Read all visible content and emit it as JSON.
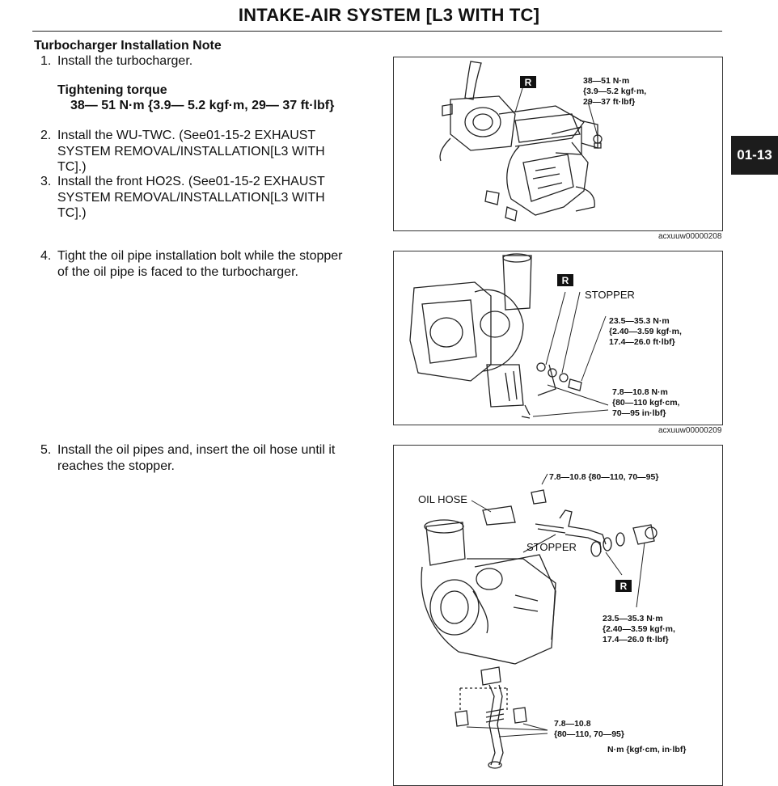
{
  "header": {
    "title": "INTAKE-AIR SYSTEM [L3 WITH TC]",
    "side_tab": "01-13"
  },
  "section": {
    "heading": "Turbocharger Installation Note"
  },
  "steps": [
    {
      "num": "1.",
      "text": "Install the turbocharger."
    },
    {
      "num": "2.",
      "text": "Install the WU-TWC. (See01-15-2 EXHAUST\nSYSTEM REMOVAL/INSTALLATION[L3 WITH\nTC].)"
    },
    {
      "num": "3.",
      "text": "Install the front HO2S. (See01-15-2 EXHAUST\nSYSTEM REMOVAL/INSTALLATION[L3 WITH\nTC].)"
    },
    {
      "num": "4.",
      "text": "Tight the oil pipe installation bolt while the stopper\nof the oil pipe is faced to the turbocharger."
    },
    {
      "num": "5.",
      "text": "Install the oil pipes and, insert the oil hose until it\nreaches the stopper."
    }
  ],
  "torque_spec": {
    "label": "Tightening torque",
    "value": "38— 51 N·m {3.9— 5.2 kgf·m, 29— 37 ft·lbf}"
  },
  "figures": [
    {
      "caption": "acxuuw00000208",
      "badge": "R",
      "callouts": [
        "38—51 N·m\n{3.9—5.2 kgf·m,\n29—37 ft·lbf}"
      ]
    },
    {
      "caption": "acxuuw00000209",
      "badge": "R",
      "labels": [
        "STOPPER"
      ],
      "callouts": [
        "23.5—35.3 N·m\n{2.40—3.59 kgf·m,\n17.4—26.0 ft·lbf}",
        "7.8—10.8 N·m\n{80—110 kgf·cm,\n70—95 in·lbf}"
      ]
    },
    {
      "badge": "R",
      "labels": [
        "OIL HOSE",
        "STOPPER"
      ],
      "callouts": [
        "7.8—10.8 {80—110, 70—95}",
        "23.5—35.3 N·m\n{2.40—3.59 kgf·m,\n17.4—26.0 ft·lbf}",
        "7.8—10.8\n{80—110, 70—95}",
        "N·m {kgf·cm, in·lbf}"
      ]
    }
  ]
}
